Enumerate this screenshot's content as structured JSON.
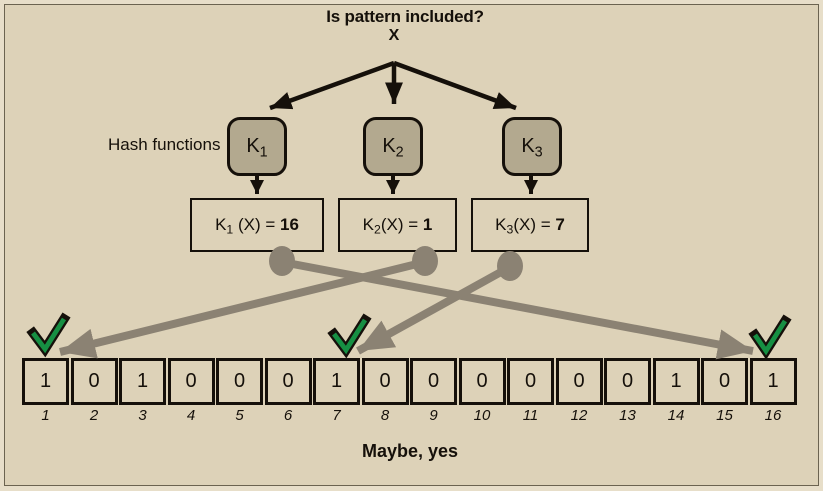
{
  "colors": {
    "page-bg": "#e7dec9",
    "panel-bg": "#ddd2b8",
    "frame-line": "#6b6350",
    "box-fill": "#b3a98f",
    "ink": "#15100a",
    "connector-gray": "#8b8273",
    "check-green": "#168f43"
  },
  "diagram": {
    "question": "Is pattern included?",
    "input_symbol": "X",
    "hash_functions_label": "Hash functions",
    "hash_nodes": [
      {
        "base": "K",
        "sub": "1"
      },
      {
        "base": "K",
        "sub": "2"
      },
      {
        "base": "K",
        "sub": "3"
      }
    ],
    "hash_results": [
      {
        "base": "K",
        "sub": "1",
        "expr": " (X) = ",
        "value": "16"
      },
      {
        "base": "K",
        "sub": "2",
        "expr": "(X) = ",
        "value": "1"
      },
      {
        "base": "K",
        "sub": "3",
        "expr": "(X) = ",
        "value": "7"
      }
    ],
    "bit_array": {
      "checked_indices": [
        1,
        7,
        16
      ],
      "cells": [
        {
          "index": "1",
          "value": "1"
        },
        {
          "index": "2",
          "value": "0"
        },
        {
          "index": "3",
          "value": "1"
        },
        {
          "index": "4",
          "value": "0"
        },
        {
          "index": "5",
          "value": "0"
        },
        {
          "index": "6",
          "value": "0"
        },
        {
          "index": "7",
          "value": "1"
        },
        {
          "index": "8",
          "value": "0"
        },
        {
          "index": "9",
          "value": "0"
        },
        {
          "index": "10",
          "value": "0"
        },
        {
          "index": "11",
          "value": "0"
        },
        {
          "index": "12",
          "value": "0"
        },
        {
          "index": "13",
          "value": "0"
        },
        {
          "index": "14",
          "value": "1"
        },
        {
          "index": "15",
          "value": "0"
        },
        {
          "index": "16",
          "value": "1"
        }
      ]
    },
    "conclusion": "Maybe, yes"
  }
}
